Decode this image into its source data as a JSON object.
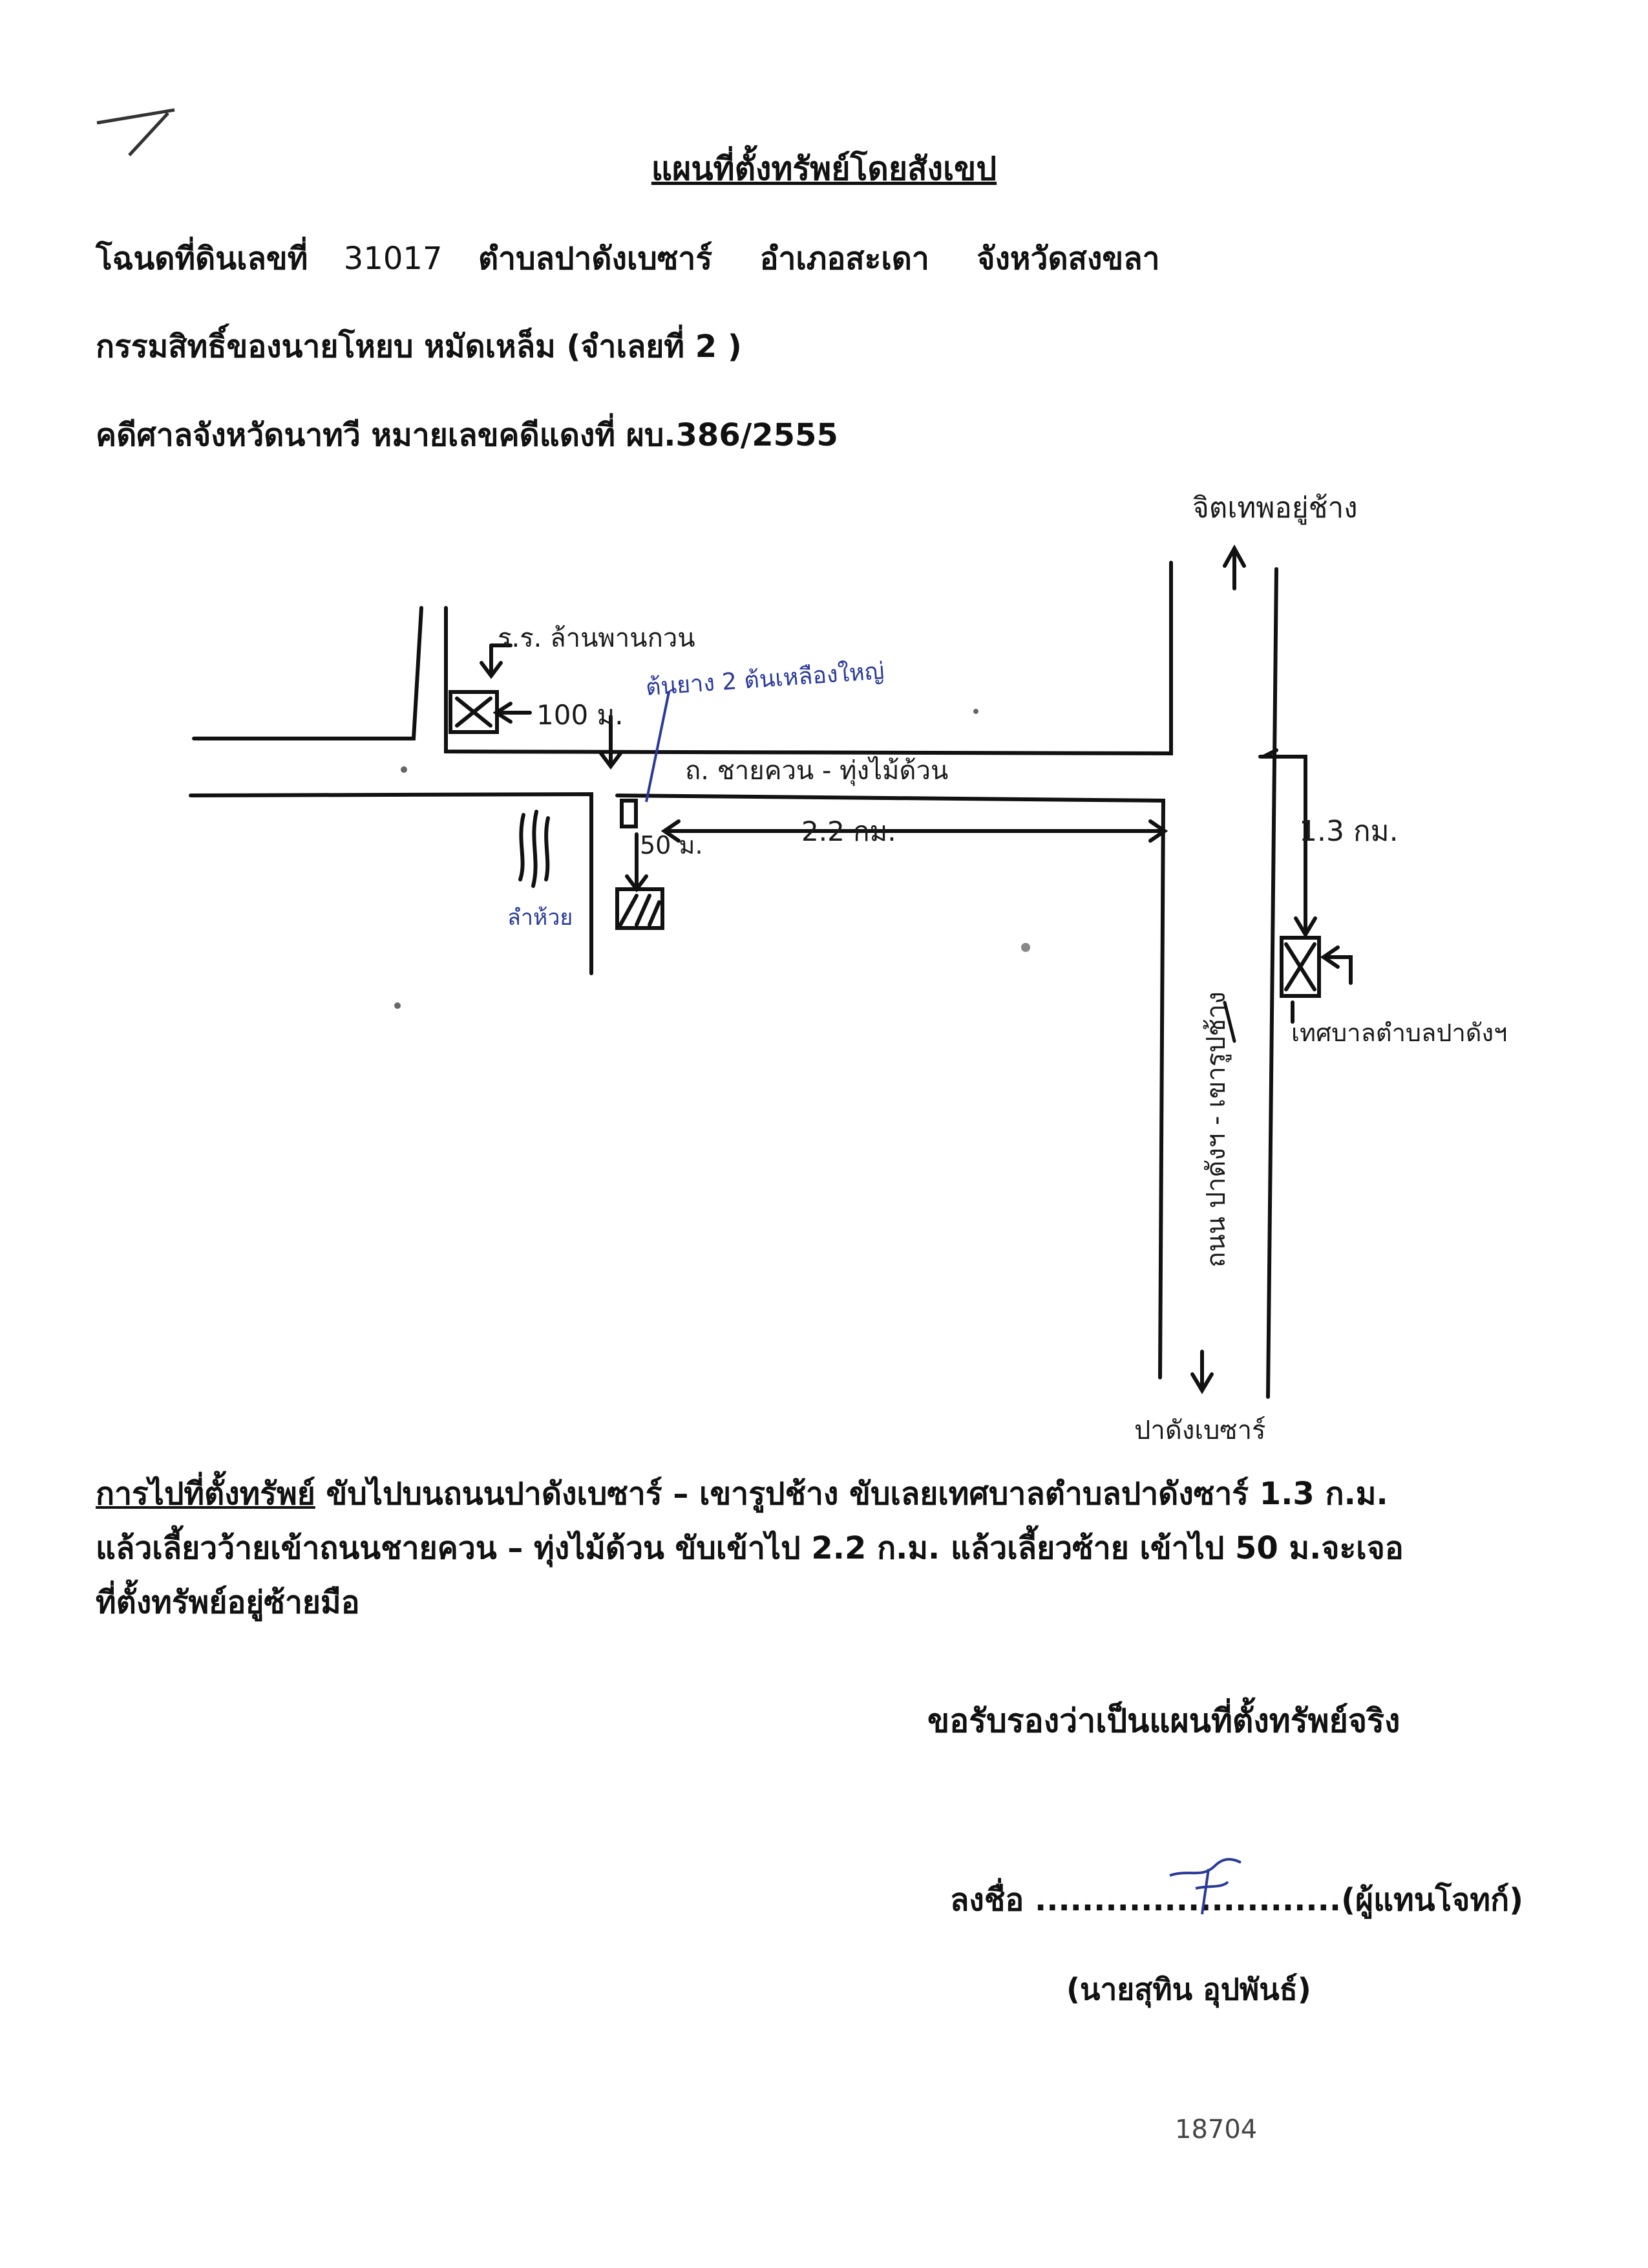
{
  "header": {
    "title": "แผนที่ตั้งทรัพย์โดยสังเขป",
    "deed_label": "โฉนดที่ดินเลขที่",
    "deed_no": "31017",
    "subdistrict": "ตำบลปาดังเบซาร์",
    "district": "อำเภอสะเดา",
    "province": "จังหวัดสงขลา",
    "owner_line": "กรรมสิทธิ์ของนายโหยบ  หมัดเหล็ม  (จำเลยที่ 2  )",
    "case_line": "คดีศาลจังหวัดนาทวี   หมายเลขคดีแดงที่ ผบ.386/2555"
  },
  "map": {
    "label_north": "จิตเทพอยู่ช้าง",
    "label_school": "ร.ร. ล้านพานกวน",
    "label_100m": "100 ม.",
    "label_tree": "ต้นยาง 2 ต้นเหลืองใหญ่",
    "label_road_h": "ถ. ชายควน - ทุ่งไม้ด้วน",
    "label_50m": "50 ม.",
    "label_22km": "2.2 กม.",
    "label_stream": "ลำห้วย",
    "label_13km": "1.3 กม.",
    "label_road_v": "ถนน ปาดังฯ - เขารูปช้าง",
    "label_municipal": "เทศบาลตำบลปาดังฯ",
    "label_south": "ปาดังเบซาร์"
  },
  "directions": {
    "heading": "การไปที่ตั้งทรัพย์",
    "line1": " ขับไปบนถนนปาดังเบซาร์ – เขารูปช้าง ขับเลยเทศบาลตำบลปาดังซาร์ 1.3 ก.ม.",
    "line2": "แล้วเลี้ยวว้ายเข้าถนนชายควน – ทุ่งไม้ด้วน ขับเข้าไป 2.2 ก.ม. แล้วเลี้ยวซ้าย  เข้าไป 50 ม.จะเจอ",
    "line3": "ที่ตั้งทรัพย์อยู่ซ้ายมือ"
  },
  "certification": {
    "text": "ขอรับรองว่าเป็นแผนที่ตั้งทรัพย์จริง",
    "sign_prefix": "ลงชื่อ ..........................",
    "sign_suffix": "(ผู้แทนโจทก์)",
    "name": "(นายสุทิน  อุปพันธ์)"
  },
  "footer": {
    "handwritten_number": "18704"
  },
  "colors": {
    "ink": "#111111",
    "pen_blue": "#2a3a9a"
  }
}
